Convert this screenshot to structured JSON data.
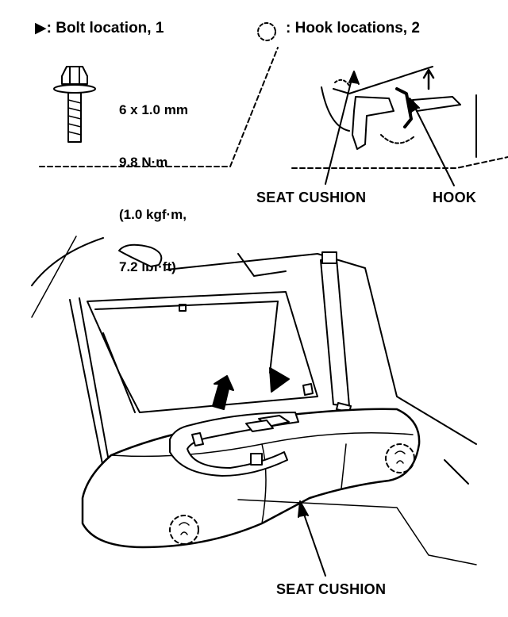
{
  "legend": {
    "bolt": {
      "symbol": "▶",
      "text": ": Bolt location, 1"
    },
    "hook": {
      "text": ": Hook locations, 2"
    }
  },
  "bolt_spec": {
    "size": "6 x 1.0 mm",
    "torque_nm": "9.8 N·m",
    "torque_kgf": "(1.0 kgf·m,",
    "torque_lbf": "7.2 lbf·ft)"
  },
  "callouts": {
    "seat_cushion_detail": "SEAT CUSHION",
    "hook": "HOOK",
    "seat_cushion_main": "SEAT CUSHION"
  },
  "colors": {
    "ink": "#000000",
    "paper": "#ffffff"
  }
}
